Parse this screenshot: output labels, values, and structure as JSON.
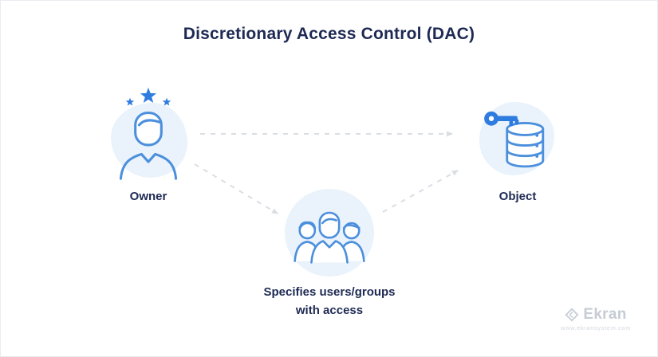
{
  "page": {
    "title": "Discretionary Access Control (DAC)"
  },
  "nodes": {
    "owner": {
      "label": "Owner",
      "icon": "person-with-stars-icon"
    },
    "object": {
      "label": "Object",
      "icon": "database-with-key-icon"
    },
    "group": {
      "label_line1": "Specifies users/groups",
      "label_line2": "with access",
      "icon": "users-group-icon"
    }
  },
  "edges": [
    {
      "from": "owner",
      "to": "object",
      "style": "dashed-arrow"
    },
    {
      "from": "owner",
      "to": "group",
      "style": "dashed-arrow"
    },
    {
      "from": "group",
      "to": "object",
      "style": "dashed-arrow"
    }
  ],
  "branding": {
    "logo_text": "Ekran",
    "website": "www.ekransystem.com"
  },
  "colors": {
    "title_text": "#1e2a54",
    "icon_stroke": "#4b8fdd",
    "icon_fill": "#2f7ce0",
    "blob_background": "#eaf3fb",
    "arrow": "#d9dee3",
    "watermark": "#c6ccd4"
  }
}
